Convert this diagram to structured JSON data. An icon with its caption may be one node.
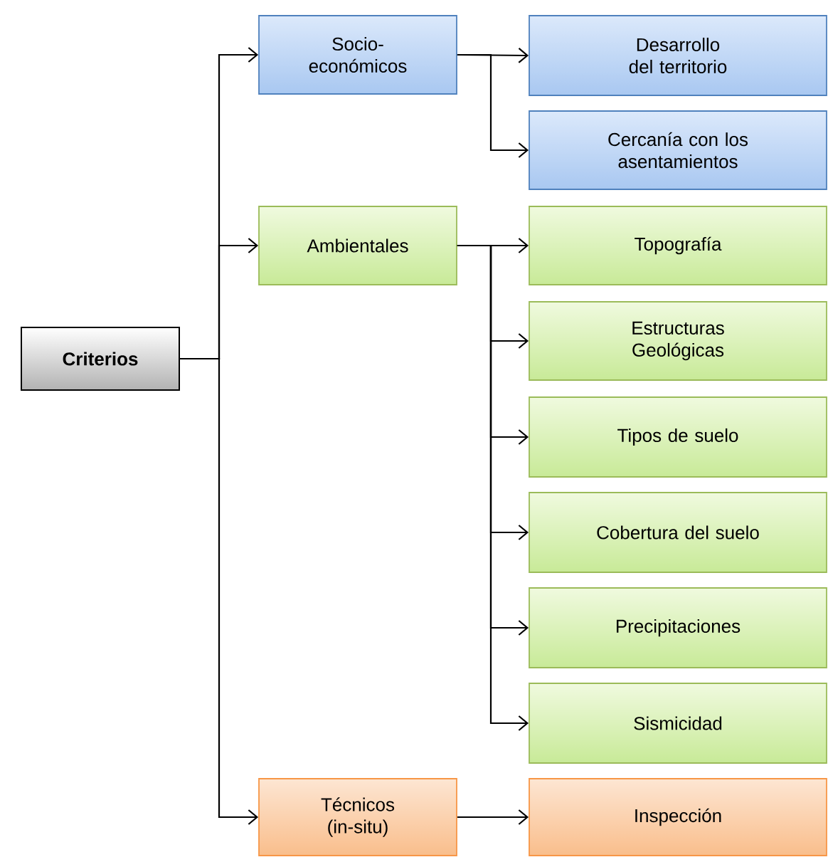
{
  "diagram": {
    "nodes": [
      {
        "text": [
          "Criterios"
        ]
      },
      {
        "text": [
          "Socio-económicos"
        ]
      },
      {
        "text": [
          "Desarrollo del territorio"
        ]
      },
      {
        "text": [
          "Cercanía con los asentamientos"
        ]
      },
      {
        "text": [
          "Ambientales"
        ]
      },
      {
        "text": [
          "Topografía"
        ]
      },
      {
        "text": [
          "Estructuras Geológicas"
        ]
      },
      {
        "text": [
          "Tipos de suelo"
        ]
      },
      {
        "text": [
          "Cobertura del suelo"
        ]
      },
      {
        "text": [
          "Precipitaciones"
        ]
      },
      {
        "text": [
          "Sismicidad"
        ]
      },
      {
        "text": [
          "Técnicos (in-situ)"
        ]
      },
      {
        "text": [
          "Inspección"
        ]
      }
    ],
    "edges": [
      {
        "from": 0,
        "to": 1,
        "arrow": "to"
      },
      {
        "from": 0,
        "to": 4,
        "arrow": "to"
      },
      {
        "from": 0,
        "to": 11,
        "arrow": "to"
      },
      {
        "from": 1,
        "to": 2,
        "arrow": "to"
      },
      {
        "from": 1,
        "to": 3,
        "arrow": "to"
      },
      {
        "from": 4,
        "to": 5,
        "arrow": "to"
      },
      {
        "from": 4,
        "to": 6,
        "arrow": "to"
      },
      {
        "from": 4,
        "to": 7,
        "arrow": "to"
      },
      {
        "from": 4,
        "to": 8,
        "arrow": "to"
      },
      {
        "from": 4,
        "to": 9,
        "arrow": "to"
      },
      {
        "from": 4,
        "to": 10,
        "arrow": "to"
      },
      {
        "from": 11,
        "to": 12,
        "arrow": "to"
      }
    ]
  }
}
